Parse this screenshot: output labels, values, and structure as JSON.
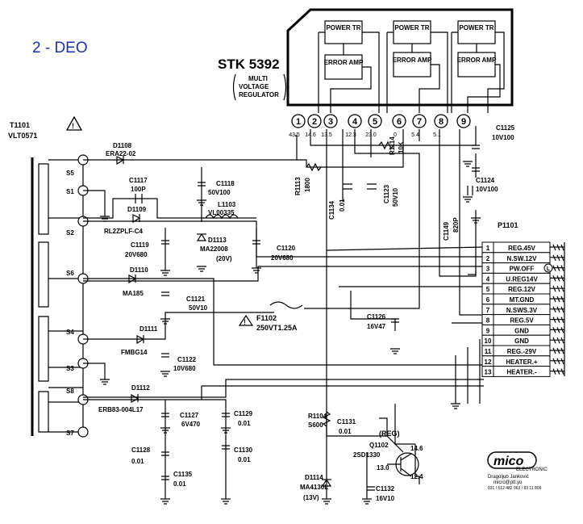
{
  "page_title": "2 - DEO",
  "ic": {
    "name": "STK 5392",
    "description": [
      "MULTI",
      "VOLTAGE",
      "REGULATOR"
    ]
  },
  "ic_blocks": [
    "POWER TR",
    "POWER TR",
    "POWER TR",
    "ERROR AMP",
    "ERROR AMP",
    "ERROR AMP"
  ],
  "ic_pins": [
    "1",
    "2",
    "3",
    "4",
    "5",
    "6",
    "7",
    "8",
    "9"
  ],
  "pin_voltages": [
    "43.5",
    "14.6",
    "13.5",
    "12.3",
    "23.0",
    "0",
    "5.4",
    "5.1"
  ],
  "transformer": {
    "ref": "T1101",
    "model": "VLT0571",
    "taps": [
      "S5",
      "S1",
      "S2",
      "S6",
      "S4",
      "S3",
      "S8",
      "S7"
    ]
  },
  "components": {
    "d1108": [
      "D1108",
      "ERA22-02"
    ],
    "c1117": [
      "C1117",
      "100P"
    ],
    "d1109": [
      "D1109",
      "RL2ZPLF-C4"
    ],
    "c1118": [
      "C1118",
      "50V100"
    ],
    "l1103": [
      "L1103",
      "VL00335"
    ],
    "c1119": [
      "C1119",
      "20V680"
    ],
    "d1113": [
      "D1113",
      "MA22008",
      "(20V)"
    ],
    "c1120": [
      "C1120",
      "20V680"
    ],
    "r1113": [
      "R1113",
      "1800"
    ],
    "c1134": [
      "C1134",
      "0.01"
    ],
    "c1123": [
      "C1123",
      "50V10"
    ],
    "r1114": [
      "R1114",
      "10K"
    ],
    "c1125": [
      "C1125",
      "10V100"
    ],
    "c1124": [
      "C1124",
      "10V100"
    ],
    "c1149": [
      "C1149",
      "820P"
    ],
    "d1110": [
      "D1110",
      "MA185"
    ],
    "c1121": [
      "C1121",
      "50V10"
    ],
    "f1102": [
      "F1102",
      "250VT1.25A"
    ],
    "c1126": [
      "C1126",
      "16V47"
    ],
    "d1111": [
      "D1111",
      "FMBG14"
    ],
    "c1122": [
      "C1122",
      "10V680"
    ],
    "d1112": [
      "D1112",
      "ERB83-004L17"
    ],
    "c1127": [
      "C1127",
      "6V470"
    ],
    "c1129": [
      "C1129",
      "0.01"
    ],
    "c1130": [
      "C1130",
      "0.01"
    ],
    "c1128": [
      "C1128",
      "0.01"
    ],
    "c1135": [
      "C1135",
      "0.01"
    ],
    "r1104": [
      "R1104",
      "S600"
    ],
    "c1131": [
      "C1131",
      "0.01"
    ],
    "q1102": [
      "Q1102",
      "2SD1330"
    ],
    "d1114": [
      "D1114",
      "MA4130L",
      "(13V)"
    ],
    "c1132": [
      "C1132",
      "16V10"
    ]
  },
  "reg_label": "(REG)",
  "q_voltages": [
    "14.6",
    "13.0",
    "12.4"
  ],
  "connector": {
    "ref": "P1101",
    "pins": [
      {
        "n": "1",
        "label": "REG.45V"
      },
      {
        "n": "2",
        "label": "N.SW.12V"
      },
      {
        "n": "3",
        "label": "PW.OFF"
      },
      {
        "n": "4",
        "label": "U.REG14V"
      },
      {
        "n": "5",
        "label": "REG.12V"
      },
      {
        "n": "6",
        "label": "MT.GND"
      },
      {
        "n": "7",
        "label": "N.SWS.3V"
      },
      {
        "n": "8",
        "label": "REG.5V"
      },
      {
        "n": "9",
        "label": "GND"
      },
      {
        "n": "10",
        "label": "GND"
      },
      {
        "n": "11",
        "label": "REG.-29V"
      },
      {
        "n": "12",
        "label": "HEATER.+"
      },
      {
        "n": "13",
        "label": "HEATER.-"
      }
    ],
    "pw_off_mark": "L"
  },
  "logo": {
    "text": "mico",
    "sub": "ELECTRONIC",
    "credit": "Dragoljub Janković",
    "email": "micro@ptt.yu",
    "phones": "031 / 512 482   063 / 83 11 806"
  }
}
